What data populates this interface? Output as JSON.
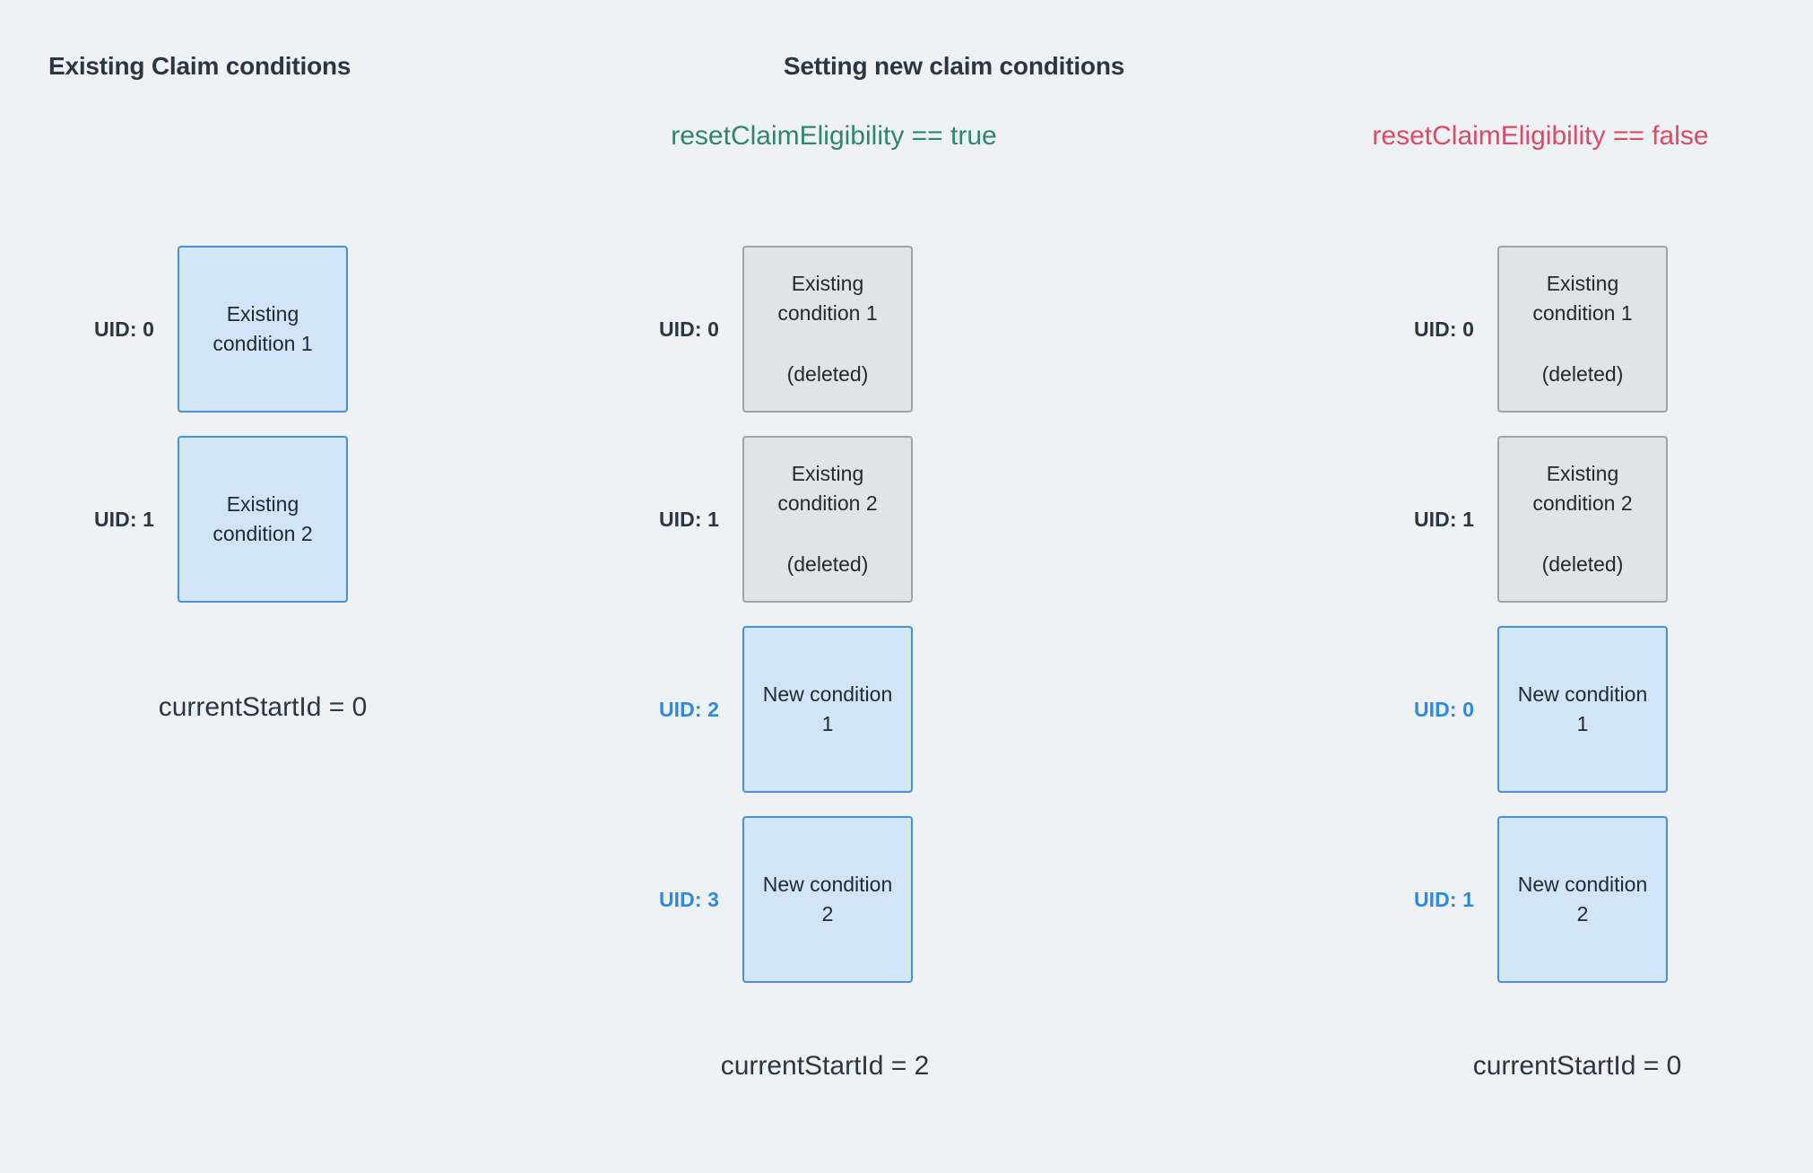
{
  "headings": {
    "existing": "Existing Claim conditions",
    "setting_new": "Setting new claim conditions"
  },
  "expressions": {
    "reset_true": "resetClaimEligibility == true",
    "reset_false": "resetClaimEligibility == false",
    "true_color": "#2e8573",
    "false_color": "#dd4a63"
  },
  "colors": {
    "background": "#eef2f5",
    "blue_fill": "#d2e5f8",
    "blue_border": "#4a90d9",
    "gray_fill": "#e2e3e4",
    "gray_border": "#9aa6ac",
    "text": "#2a3642",
    "new_uid": "#2d8ae0"
  },
  "columns": {
    "existing": {
      "rows": [
        {
          "uid": "UID: 0",
          "uid_style": "existing",
          "title": "Existing\ncondition 1",
          "sub": "",
          "style": "blue"
        },
        {
          "uid": "UID: 1",
          "uid_style": "existing",
          "title": "Existing\ncondition 2",
          "sub": "",
          "style": "blue"
        }
      ],
      "start_id": "currentStartId = 0"
    },
    "reset_true": {
      "rows": [
        {
          "uid": "UID: 0",
          "uid_style": "existing",
          "title": "Existing\ncondition 1",
          "sub": "(deleted)",
          "style": "gray"
        },
        {
          "uid": "UID: 1",
          "uid_style": "existing",
          "title": "Existing\ncondition 2",
          "sub": "(deleted)",
          "style": "gray"
        },
        {
          "uid": "UID: 2",
          "uid_style": "new",
          "title": "New condition\n1",
          "sub": "",
          "style": "blue"
        },
        {
          "uid": "UID: 3",
          "uid_style": "new",
          "title": "New condition\n2",
          "sub": "",
          "style": "blue"
        }
      ],
      "start_id": "currentStartId = 2"
    },
    "reset_false": {
      "rows": [
        {
          "uid": "UID: 0",
          "uid_style": "existing",
          "title": "Existing\ncondition 1",
          "sub": "(deleted)",
          "style": "gray"
        },
        {
          "uid": "UID: 1",
          "uid_style": "existing",
          "title": "Existing\ncondition 2",
          "sub": "(deleted)",
          "style": "gray"
        },
        {
          "uid": "UID: 0",
          "uid_style": "new",
          "title": "New condition\n1",
          "sub": "",
          "style": "blue"
        },
        {
          "uid": "UID: 1",
          "uid_style": "new",
          "title": "New condition\n2",
          "sub": "",
          "style": "blue"
        }
      ],
      "start_id": "currentStartId = 0"
    }
  }
}
